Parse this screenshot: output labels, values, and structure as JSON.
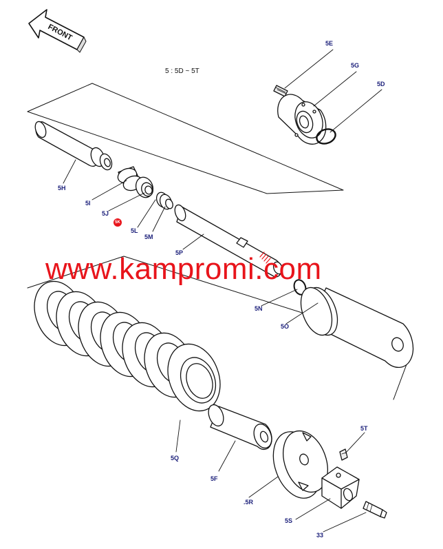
{
  "direction": {
    "label": "FRONT"
  },
  "note": {
    "number": "5",
    "range": ": 5D ~ 5T"
  },
  "callouts": {
    "5E": "5E",
    "5G": "5G",
    "5D": "5D",
    "5H": "5H",
    "5I": "5I",
    "5J": "5J",
    "5K": "5K",
    "5L": "5L",
    "5M": "5M",
    "5P": "5P",
    "5N": "5N",
    "5O": "5O",
    "5Q": "5Q",
    "5F": "5F",
    "5R": ".5R",
    "5T": "5T",
    "5S": "5S",
    "33": "33"
  },
  "watermark": "www.kampromi.com",
  "colors": {
    "line": "#111111",
    "label": "#1b1f7a",
    "watermark": "#e8141b",
    "badge": "#e8141b"
  }
}
